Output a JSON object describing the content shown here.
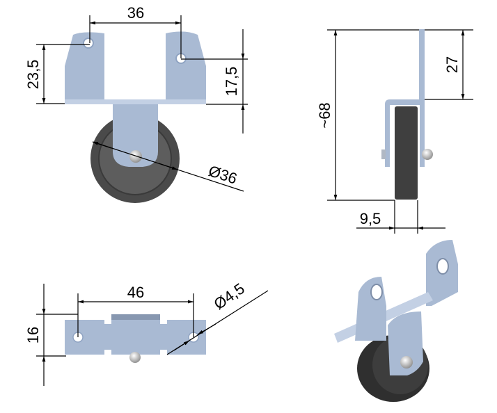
{
  "drawing": {
    "front_view": {
      "dim_hole_spacing": "36",
      "dim_left_hole_height": "23,5",
      "dim_right_hole_height": "17,5",
      "dim_wheel_diameter": "Ø36"
    },
    "side_view": {
      "dim_total_height": "~68",
      "dim_plate_height": "27",
      "dim_wheel_width": "9,5"
    },
    "top_view": {
      "dim_hole_spacing": "46",
      "dim_plate_depth": "16",
      "dim_hole_diameter": "Ø4,5"
    }
  },
  "colors": {
    "metal": "#a9bad3",
    "wheel": "#4a4a4a",
    "hub": "#5a5a5a"
  }
}
